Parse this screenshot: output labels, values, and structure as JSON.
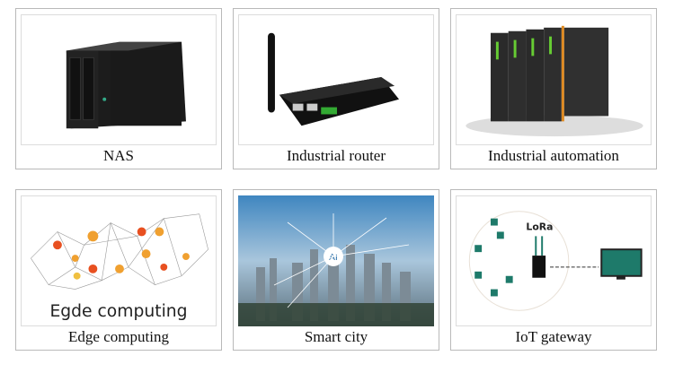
{
  "cards": [
    {
      "caption": "NAS",
      "icon": "nas-device"
    },
    {
      "caption": "Industrial router",
      "icon": "router-device"
    },
    {
      "caption": "Industrial automation",
      "icon": "plc-modules"
    },
    {
      "caption": "Edge computing",
      "icon": "edge-network",
      "image_text": "Egde computing"
    },
    {
      "caption": "Smart city",
      "icon": "smart-city",
      "image_text": "AI"
    },
    {
      "caption": "IoT gateway",
      "icon": "lora-gateway",
      "image_text": "LoRa"
    }
  ],
  "colors": {
    "border": "#b9b9b9",
    "orange": "#f0a030",
    "teal": "#1e7a6a"
  }
}
